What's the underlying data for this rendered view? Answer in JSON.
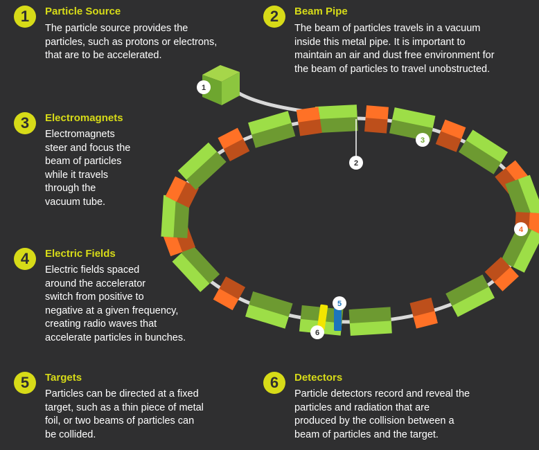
{
  "colors": {
    "background": "#2f2f30",
    "accent": "#d7db18",
    "magnet_green": "#8cc63f",
    "field_orange": "#f26522",
    "target_yellow": "#f2e600",
    "detector_blue": "#1c75bc"
  },
  "sections": [
    {
      "number": "1",
      "title": "Particle Source",
      "lines": [
        "The particle source provides the",
        "particles, such as protons or electrons,",
        "that are to be accelerated."
      ]
    },
    {
      "number": "2",
      "title": "Beam Pipe",
      "lines": [
        "The beam of particles travels in a vacuum",
        "inside this metal pipe. It is important to",
        "maintain an air and dust free environment for",
        "the beam of particles to travel unobstructed."
      ]
    },
    {
      "number": "3",
      "title": "Electromagnets",
      "lines": [
        "Electromagnets",
        "steer and focus the",
        "beam of particles",
        "while it travels",
        "through the",
        "vacuum tube."
      ]
    },
    {
      "number": "4",
      "title": "Electric Fields",
      "lines": [
        "Electric fields spaced",
        "around the accelerator",
        "switch from positive to",
        "negative at a given frequency,",
        "creating radio waves that",
        "accelerate particles in bunches."
      ]
    },
    {
      "number": "5",
      "title": "Targets",
      "lines": [
        "Particles can be directed at a fixed",
        "target, such as a thin piece of metal",
        "foil, or two beams of particles can",
        "be collided."
      ]
    },
    {
      "number": "6",
      "title": "Detectors",
      "lines": [
        "Particle detectors record and reveal the",
        "particles and radiation that are",
        "produced by the collision between a",
        "beam of particles and the target."
      ]
    }
  ],
  "callouts": [
    "1",
    "2",
    "3",
    "4",
    "5",
    "6"
  ]
}
